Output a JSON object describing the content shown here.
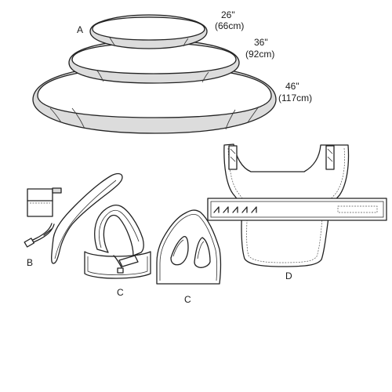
{
  "labels": {
    "bed_label": "A",
    "leash_label": "B",
    "harness_label_1": "C",
    "harness_label_2": "C",
    "coat_label": "D"
  },
  "bed_sizes": [
    {
      "inches": "26\"",
      "cm": "(66cm)"
    },
    {
      "inches": "36\"",
      "cm": "(92cm)"
    },
    {
      "inches": "46\"",
      "cm": "(117cm)"
    }
  ],
  "colors": {
    "line": "#222222",
    "shade": "#dcdcdc",
    "background": "#ffffff"
  }
}
